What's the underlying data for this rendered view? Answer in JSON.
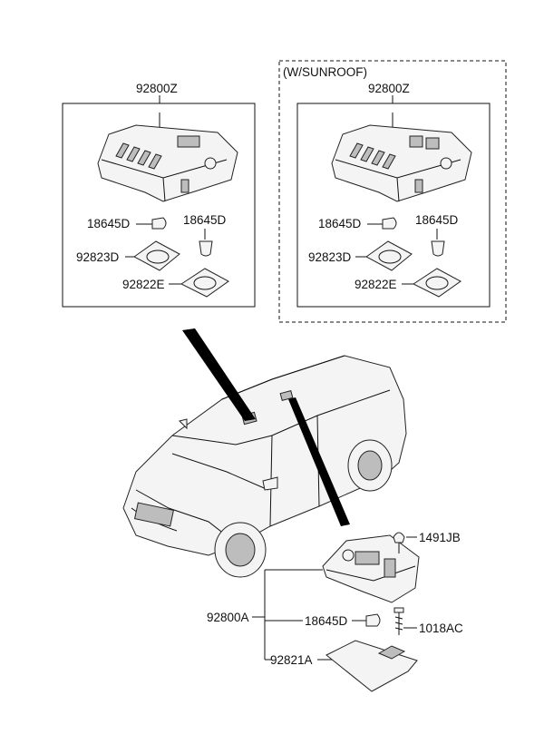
{
  "labels": {
    "console_left": "92800Z",
    "sunroof_caption": "(W/SUNROOF)",
    "console_right": "92800Z",
    "bulb_left_1": "18645D",
    "bulb_left_2": "18645D",
    "lens_left_d": "92823D",
    "lens_left_e": "92822E",
    "bulb_right_1": "18645D",
    "bulb_right_2": "18645D",
    "lens_right_d": "92823D",
    "lens_right_e": "92822E",
    "screw_top": "1491JB",
    "lamp_assembly": "92800A",
    "bulb_lower": "18645D",
    "screw_bottom": "1018AC",
    "lens_lower": "92821A"
  },
  "colors": {
    "line": "#111111",
    "pointer": "#000000",
    "background": "#ffffff"
  }
}
